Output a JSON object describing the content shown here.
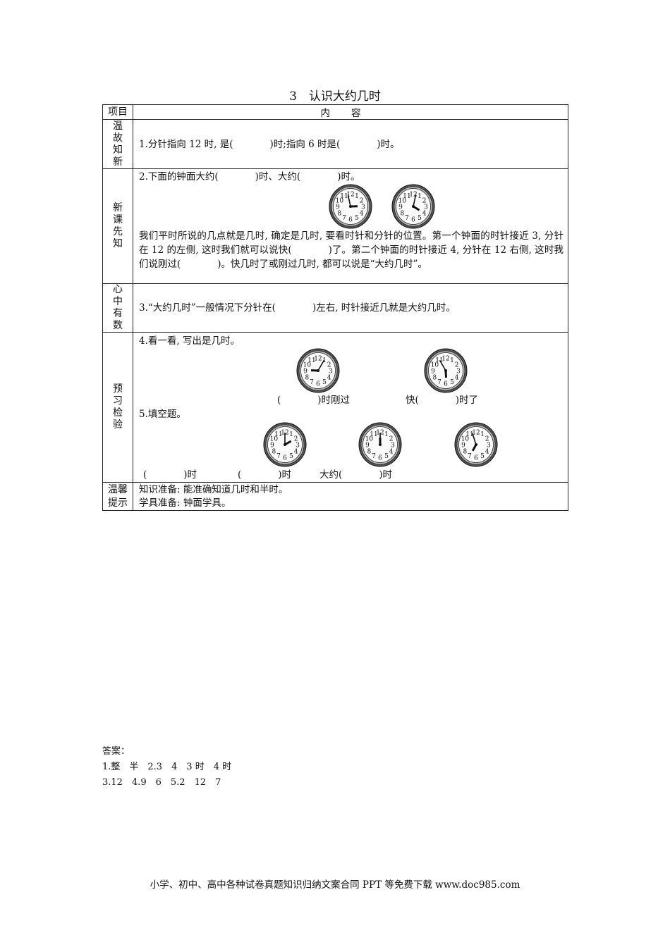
{
  "title": "3　认识大约几时",
  "table": {
    "header": {
      "col1": "项目",
      "col2": "内容"
    },
    "rows": [
      {
        "label": "温故知新",
        "q1": {
          "a": "1.分针指向 12 时, 是(",
          "b": ")时;指向 6 时是(",
          "c": ")时。"
        }
      },
      {
        "label": "新课先知",
        "q2": {
          "a": "2.下面的钟面大约(",
          "b": ")时、大约(",
          "c": ")时。"
        },
        "clocks": [
          {
            "name": "clock-almost-3",
            "hour": 2.95,
            "minute": 58
          },
          {
            "name": "clock-just-past-4",
            "hour": 4.05,
            "minute": 2
          }
        ],
        "paragraph": {
          "p1": "我们平时所说的几点就是几时, 确定是几时, 要看时针和分针的位置。第一个钟面的时针接近 3, 分针在 12 的左侧, 这时我们就可以说快(",
          "p2": ")了。第二个钟面的时针接近 4, 分针在 12 右侧, 这时我们说刚过(",
          "p3": ")。快几时了或刚过几时, 都可以说是“大约几时”。"
        }
      },
      {
        "label": "心中有数",
        "q3": {
          "a": "3.“大约几时”一般情况下分针在(",
          "b": ")左右, 时针接近几就是大约几时。"
        }
      },
      {
        "label": "预习检验",
        "q4": {
          "title": "4.看一看, 写出是几时。",
          "clocks": [
            {
              "name": "clock-just-past-9",
              "hour": 9.08,
              "minute": 5
            },
            {
              "name": "clock-almost-6",
              "hour": 5.9,
              "minute": 55
            }
          ],
          "answer1": {
            "a": "(",
            "b": ")时刚过"
          },
          "answer2": {
            "a": "快(",
            "b": ")时了"
          }
        },
        "q5": {
          "title": "5.填空题。",
          "clocks": [
            {
              "name": "clock-2-oclock",
              "hour": 2,
              "minute": 0
            },
            {
              "name": "clock-12-oclock",
              "hour": 12,
              "minute": 0
            },
            {
              "name": "clock-about-7",
              "hour": 6.95,
              "minute": 57
            }
          ],
          "answer1": {
            "a": "(",
            "b": ")时"
          },
          "answer2": {
            "a": "(",
            "b": ")时"
          },
          "answer3": {
            "a": "大约(",
            "b": ")时"
          }
        }
      },
      {
        "label": "温馨提示",
        "tip1": "知识准备: 能准确知道几时和半时。",
        "tip2": "学具准备: 钟面学具。"
      }
    ]
  },
  "answers": {
    "heading": "答案：",
    "line1": "1.整　半　2.3　4　3 时　4 时",
    "line2": "3.12　4.9　6　5.2　12　7"
  },
  "footer": "小学、初中、高中各种试卷真题知识归纳文案合同 PPT 等免费下载 www.doc985.com"
}
